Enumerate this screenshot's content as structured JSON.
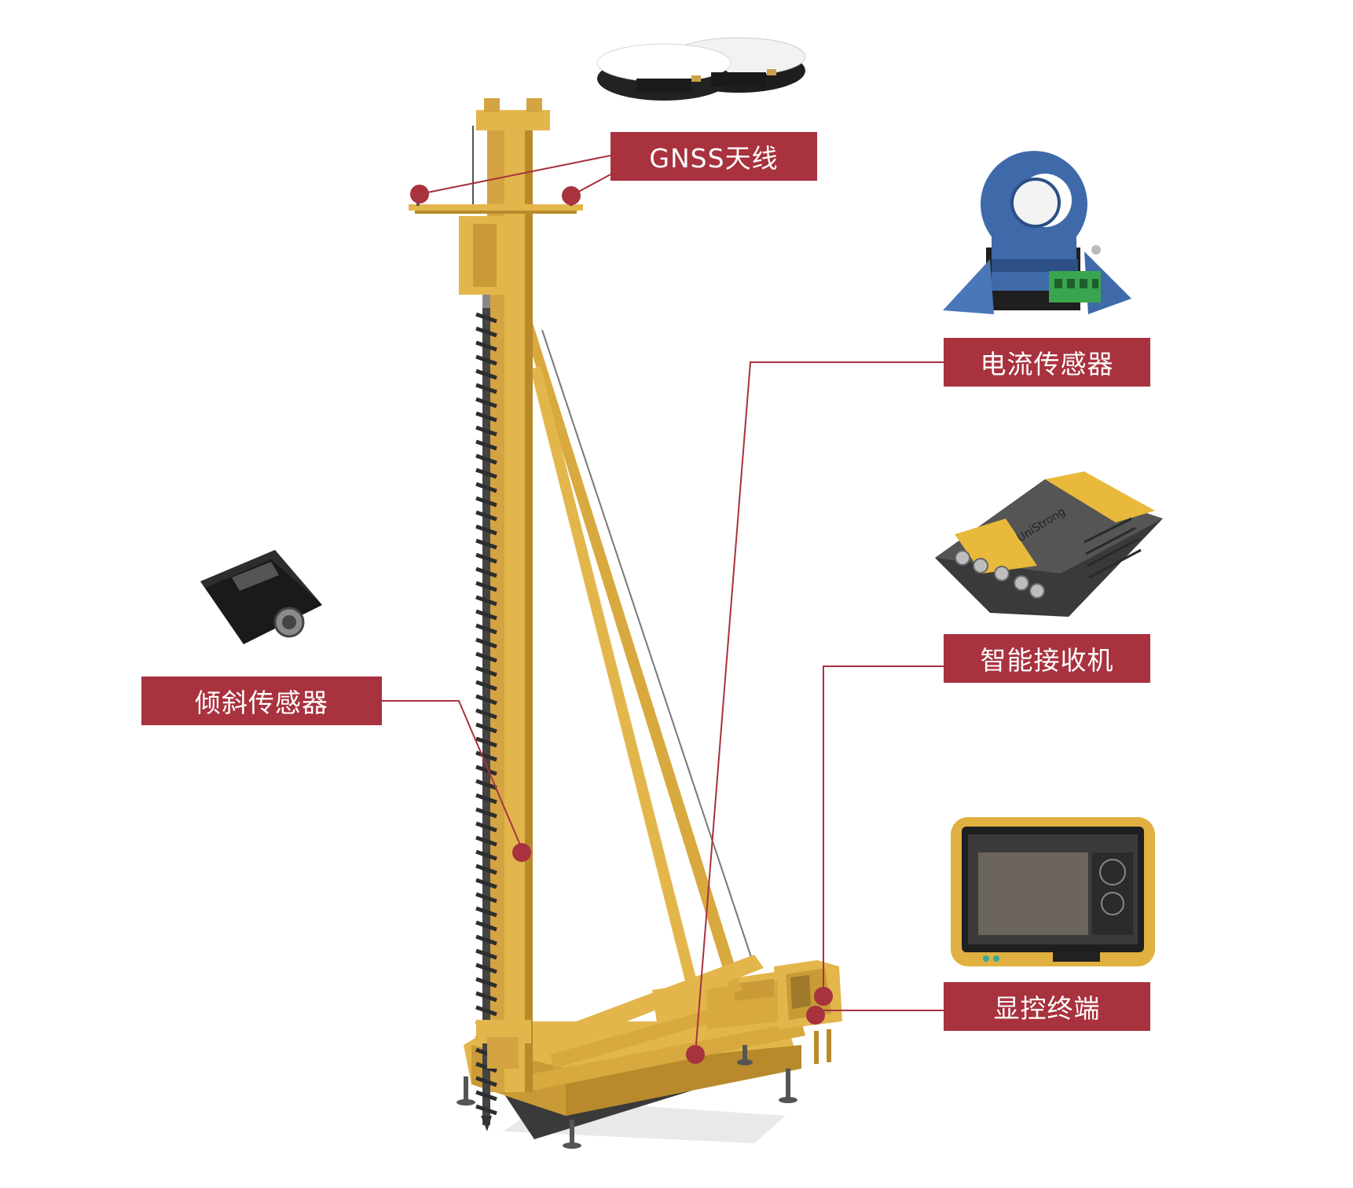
{
  "colors": {
    "label_bg": "#A8323E",
    "leader_line": "#A8323E",
    "marker_dot": "#A8323E",
    "rig_yellow": "#E3B64C",
    "rig_shadow": "#B98A2B",
    "auger_dark": "#2E2E2E"
  },
  "labels": {
    "gnss_antenna": "GNSS天线",
    "current_sensor": "电流传感器",
    "smart_receiver": "智能接收机",
    "tilt_sensor": "倾斜传感器",
    "display_terminal": "显控终端"
  },
  "devices": {
    "gnss_antenna_icon": "dual-gnss-antenna",
    "current_sensor_icon": "hall-current-sensor",
    "receiver_icon": "gnss-receiver-box",
    "receiver_brand": "UniStrong",
    "tilt_sensor_icon": "inclinometer-box",
    "terminal_icon": "rugged-tablet"
  }
}
